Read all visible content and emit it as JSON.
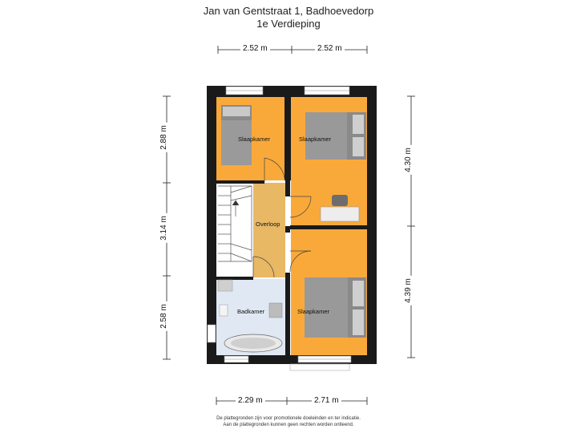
{
  "header": {
    "address": "Jan van Gentstraat 1, Badhoevedorp",
    "floor": "1e Verdieping"
  },
  "dimensions": {
    "top_left": "2.52 m",
    "top_right": "2.52 m",
    "bottom_left": "2.29 m",
    "bottom_right": "2.71 m",
    "left_upper": "2.88 m",
    "left_middle": "3.14 m",
    "left_lower": "2.58 m",
    "right_upper": "4.30 m",
    "right_lower": "4.39 m"
  },
  "rooms": {
    "bedroom_small": "Slaapkamer",
    "bedroom_top_right": "Slaapkamer",
    "landing": "Overloop",
    "bathroom": "Badkamer",
    "bedroom_bottom_right": "Slaapkamer"
  },
  "colors": {
    "bedroom": "#f9a93a",
    "landing": "#e8b865",
    "bathroom": "#dfe8f3",
    "wall": "#1a1a1a"
  },
  "footer": {
    "line1": "De plattegronden zijn voor promotionele doeleinden en ter indicatie.",
    "line2": "Aan de plattegronden kunnen geen rechten worden ontleend."
  }
}
